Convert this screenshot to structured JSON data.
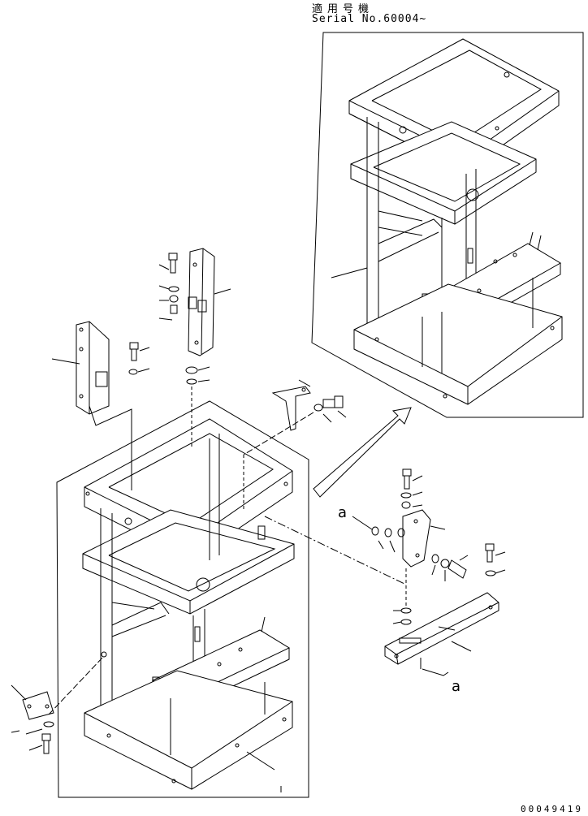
{
  "header": {
    "applicability": "適用号機",
    "serial": "Serial No.60004~"
  },
  "footer": {
    "drawing_code": "00049419"
  },
  "callouts": {
    "ref_a_upper": "a",
    "ref_a_lower": "a"
  }
}
